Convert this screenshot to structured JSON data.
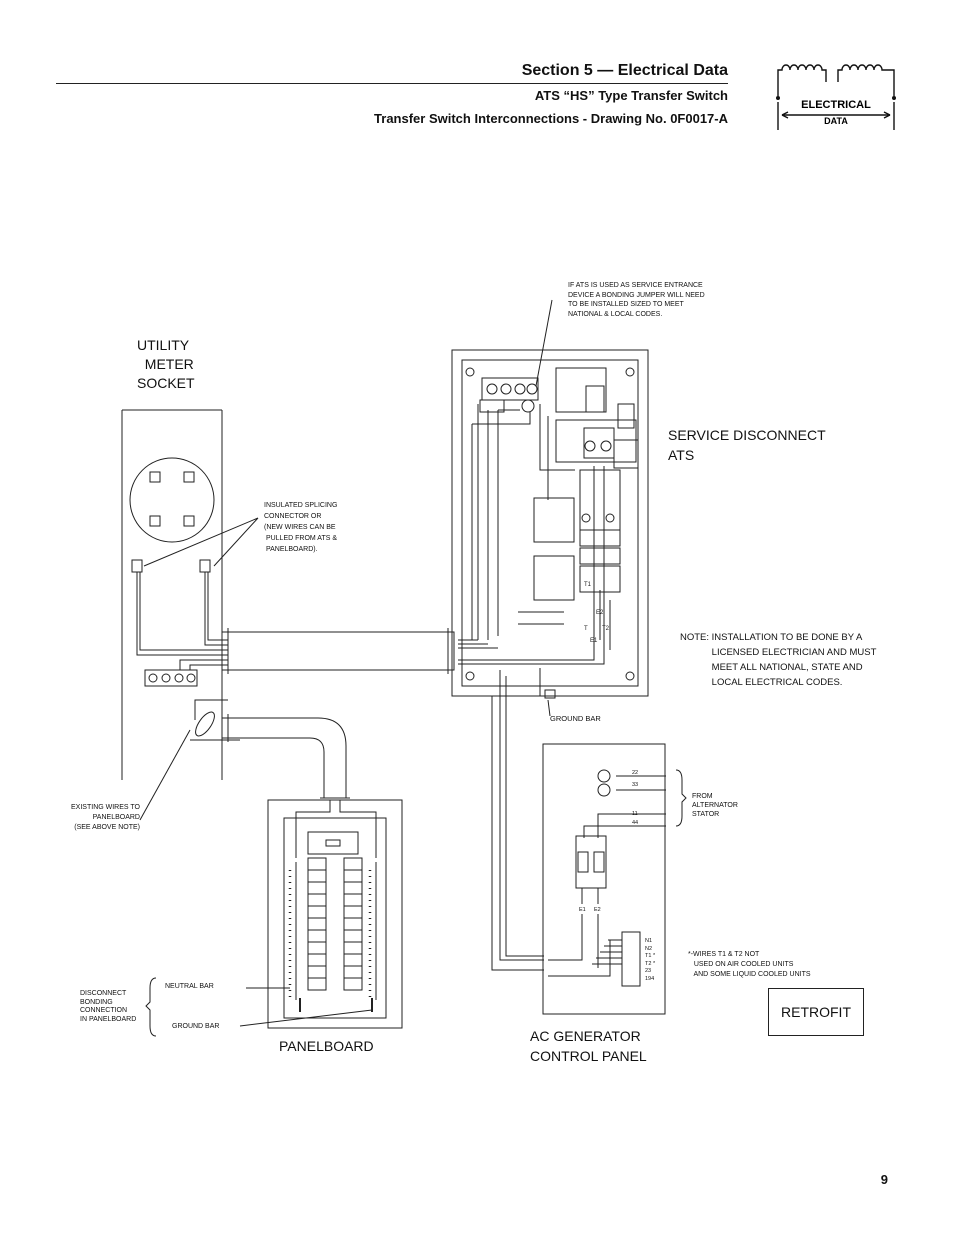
{
  "header": {
    "section": "Section 5 — Electrical Data",
    "subtitle": "ATS “HS” Type Transfer Switch",
    "drawing": "Transfer Switch Interconnections - Drawing No. 0F0017-A"
  },
  "logo": {
    "line1": "ELECTRICAL",
    "line2": "DATA"
  },
  "labels": {
    "utility_meter": "UTILITY\n  METER\nSOCKET",
    "service_disconnect": "SERVICE DISCONNECT\nATS",
    "panelboard": "PANELBOARD",
    "generator": "AC GENERATOR\nCONTROL PANEL",
    "retrofit": "RETROFIT",
    "bonding_jumper": "IF ATS IS USED AS SERVICE ENTRANCE\nDEVICE A BONDING JUMPER WILL NEED\nTO BE INSTALLED SIZED TO MEET\nNATIONAL & LOCAL CODES.",
    "splicing": "INSULATED SPLICING\nCONNECTOR OR\n(NEW WIRES CAN BE\n PULLED FROM ATS &\n PANELBOARD).",
    "existing_wires": "EXISTING WIRES TO\nPANELBOARD\n(SEE ABOVE NOTE)",
    "install_note": "NOTE: INSTALLATION TO BE DONE BY A\n            LICENSED ELECTRICIAN AND MUST\n            MEET ALL NATIONAL, STATE AND\n            LOCAL ELECTRICAL CODES.",
    "ground_bar_ats": "GROUND BAR",
    "from_alternator": "FROM\nALTERNATOR\nSTATOR",
    "wires_note": "*-WIRES T1 & T2 NOT\n   USED ON AIR COOLED UNITS\n   AND SOME LIQUID COOLED UNITS",
    "disconnect_bonding": "DISCONNECT\nBONDING\nCONNECTION\nIN PANELBOARD",
    "neutral_bar": "NEUTRAL BAR",
    "ground_bar_panel": "GROUND BAR"
  },
  "terminals": {
    "t22": "22",
    "t33": "33",
    "t11": "11",
    "t44": "44",
    "e1": "E1",
    "e2": "E2",
    "strip": "N1\nN2\nT1 *\nT2 *\n23\n194"
  },
  "ats_marks": {
    "t": "T",
    "t2": "T2",
    "e1": "E1",
    "e2": "E2",
    "t1": "T1"
  },
  "page_number": "9"
}
